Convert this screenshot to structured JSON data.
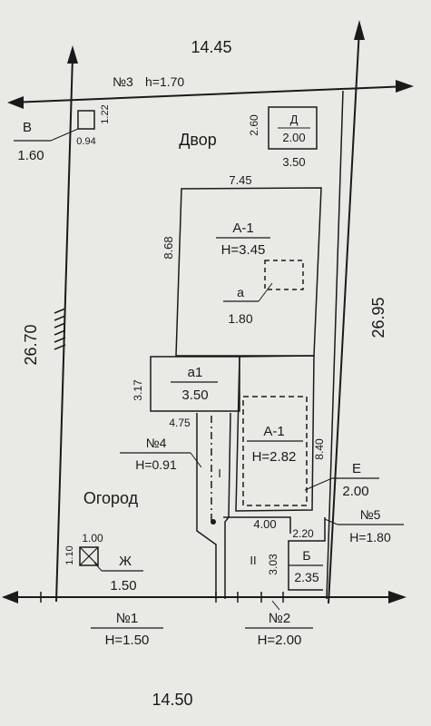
{
  "plot": {
    "top_width": "14.45",
    "bottom_width": "14.50",
    "left_length": "26.70",
    "right_length": "26.95"
  },
  "fences": {
    "no3": {
      "name": "№3",
      "height": "h=1.70"
    },
    "no1": {
      "name": "№1",
      "height": "H=1.50"
    },
    "no2": {
      "name": "№2",
      "height": "H=2.00"
    },
    "no4": {
      "name": "№4",
      "height": "H=0.91"
    },
    "no5": {
      "name": "№5",
      "height": "H=1.80"
    }
  },
  "areas": {
    "yard": "Двор",
    "garden": "Огород",
    "zone_i": "I",
    "zone_ii": "II"
  },
  "buildings": {
    "v": {
      "name": "В",
      "dim_a": "1.60",
      "dim_b": "0.94",
      "dim_c": "1.22"
    },
    "d": {
      "name": "Д",
      "dim_a": "2.00",
      "dim_b": "2.60",
      "dim_c": "3.50"
    },
    "a1_main": {
      "name": "А-1",
      "height": "H=3.45",
      "dim_top": "7.45",
      "dim_side": "8.68"
    },
    "a_small": {
      "name": "а",
      "value": "1.80"
    },
    "a1_ext": {
      "name": "а1",
      "value": "3.50",
      "dim_side": "3.17",
      "dim_bottom": "4.75"
    },
    "a1_rear": {
      "name": "А-1",
      "height": "H=2.82",
      "dim_side": "8.40",
      "dim_bottom": "4.00"
    },
    "e": {
      "name": "Е",
      "value": "2.00"
    },
    "b": {
      "name": "Б",
      "value": "2.35",
      "dim_side": "3.03",
      "dim_top": "2.20"
    },
    "zh": {
      "name": "Ж",
      "value": "1.50",
      "dim_top": "1.00",
      "dim_side": "1.10"
    }
  }
}
